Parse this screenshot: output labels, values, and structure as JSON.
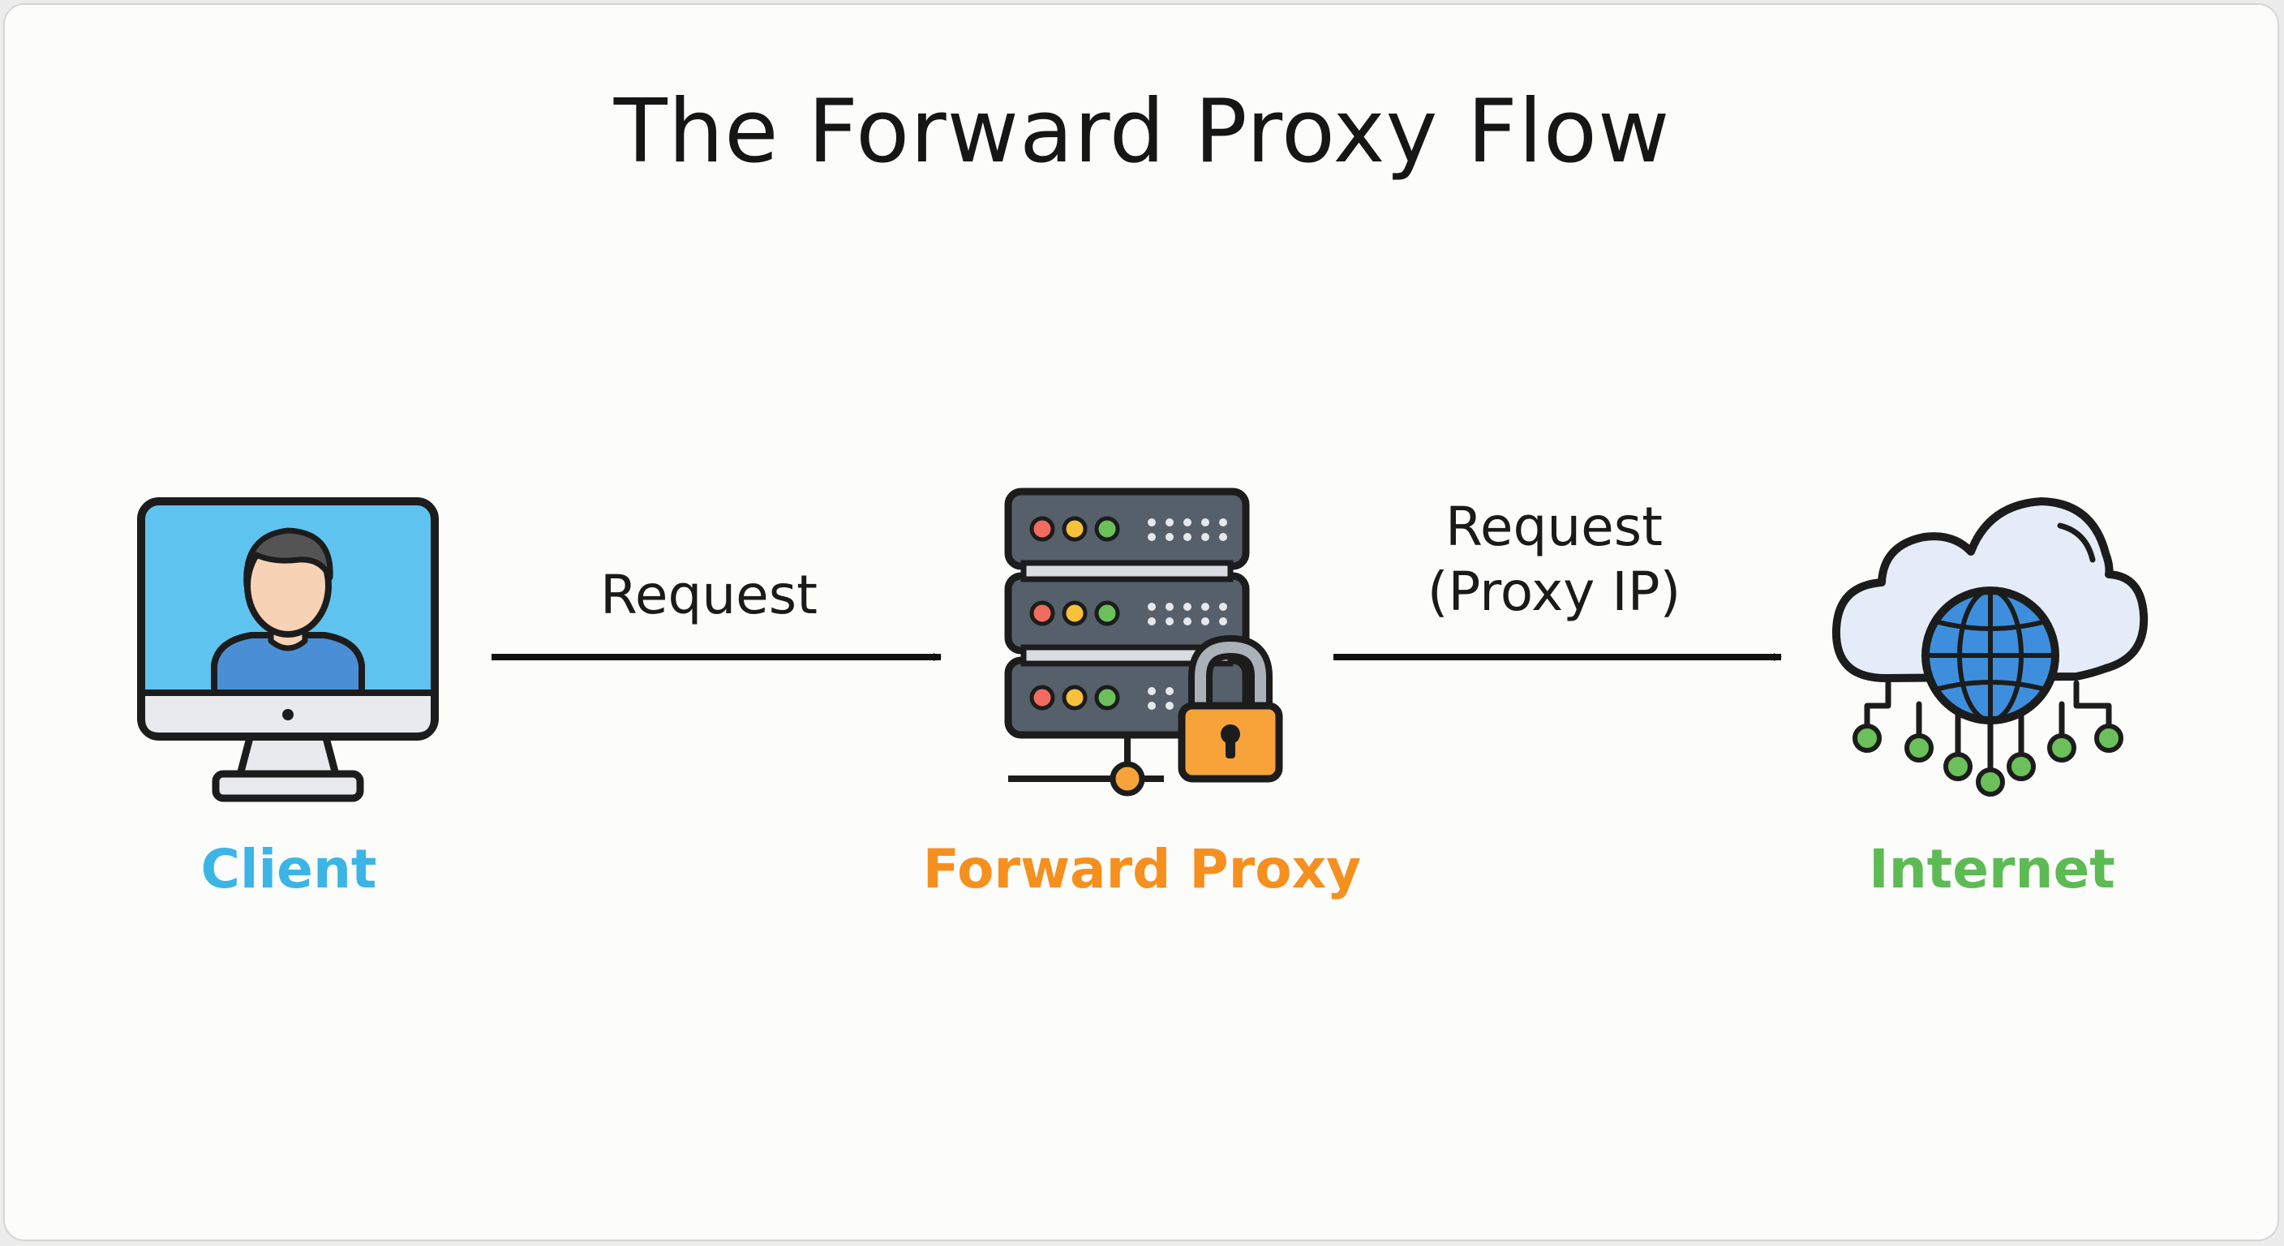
{
  "title": "The Forward Proxy Flow",
  "nodes": [
    {
      "id": "client",
      "label": "Client",
      "color": "#3bb5e6",
      "icon": "computer-user-icon"
    },
    {
      "id": "proxy",
      "label": "Forward Proxy",
      "color": "#f5901e",
      "icon": "server-lock-icon"
    },
    {
      "id": "internet",
      "label": "Internet",
      "color": "#5dbb53",
      "icon": "cloud-globe-icon"
    }
  ],
  "edges": [
    {
      "from": "client",
      "to": "proxy",
      "label_lines": [
        "Request"
      ]
    },
    {
      "from": "proxy",
      "to": "internet",
      "label_lines": [
        "Request",
        "(Proxy IP)"
      ]
    }
  ],
  "colors": {
    "outline": "#1c1c1c",
    "screen": "#5ec4ef",
    "shirt": "#4a8fd6",
    "skin": "#f8d2b4",
    "hair": "#545454",
    "server": "#56606b",
    "lock": "#f7a339",
    "cloud": "#e4edf7",
    "globe": "#3d8fdd",
    "node_dot": "#6cc05a"
  }
}
